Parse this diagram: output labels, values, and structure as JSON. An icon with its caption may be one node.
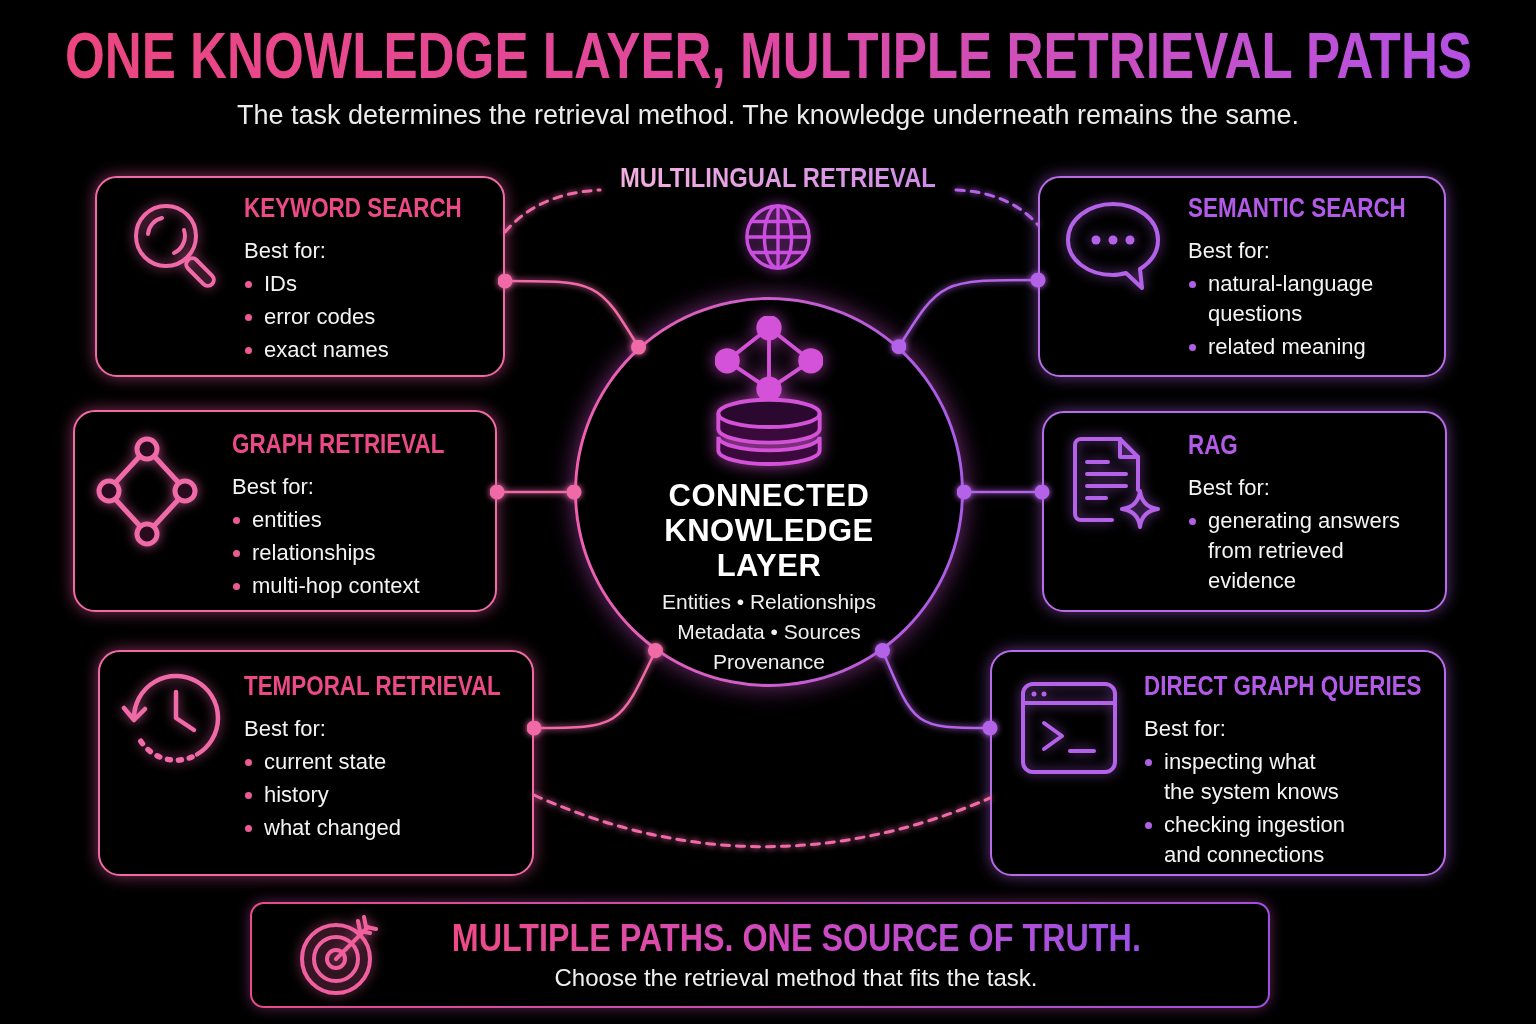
{
  "diagram": {
    "title": "ONE KNOWLEDGE LAYER, MULTIPLE RETRIEVAL PATHS",
    "nodes": [
      {
        "text": [
          "KEYWORD SEARCH",
          "Best for:",
          "IDs",
          "error codes",
          "exact names"
        ]
      },
      {
        "text": [
          "SEMANTIC SEARCH",
          "Best for:",
          "natural-language questions",
          "related meaning"
        ]
      },
      {
        "text": [
          "GRAPH RETRIEVAL",
          "Best for:",
          "entities",
          "relationships",
          "multi-hop context"
        ]
      },
      {
        "text": [
          "CONNECTED KNOWLEDGE LAYER",
          "Entities • Relationships Metadata • Sources Provenance"
        ]
      },
      {
        "text": [
          "RAG",
          "Best for:",
          "generating answers from retrieved evidence"
        ]
      },
      {
        "text": [
          "TEMPORAL RETRIEVAL",
          "Best for:",
          "current state",
          "history",
          "what changed"
        ]
      },
      {
        "text": [
          "DIRECT GRAPH QUERIES",
          "Best for:",
          "inspecting what the system knows",
          "checking ingestion and connections"
        ]
      },
      {
        "text": [
          "MULTIPLE PATHS. ONE SOURCE OF TRUTH.",
          "Choose the retrieval method that fits the task."
        ]
      },
      {
        "text": [
          "MULTILINGUAL RETRIEVAL"
        ]
      }
    ],
    "edges": [
      {
        "from": 0,
        "to": 3,
        "arrow": "other"
      },
      {
        "from": 1,
        "to": 3,
        "arrow": "other",
        "color": "#b462e8"
      },
      {
        "from": 2,
        "to": 3,
        "arrow": "other"
      },
      {
        "from": 4,
        "to": 3,
        "arrow": "other",
        "color": "#b462e8"
      },
      {
        "from": 5,
        "to": 3,
        "arrow": "other"
      },
      {
        "from": 6,
        "to": 3,
        "arrow": "other",
        "color": "#b462e8"
      },
      {
        "from": 0,
        "to": 8,
        "arrow": "none",
        "style": "dashed"
      },
      {
        "from": 8,
        "to": 1,
        "arrow": "none",
        "style": "dashed",
        "color": "#b462e8"
      },
      {
        "from": 5,
        "to": 6,
        "arrow": "none",
        "style": "dashed"
      }
    ],
    "labels": [
      "The task determines the retrieval method. The knowledge underneath remains the same."
    ]
  }
}
